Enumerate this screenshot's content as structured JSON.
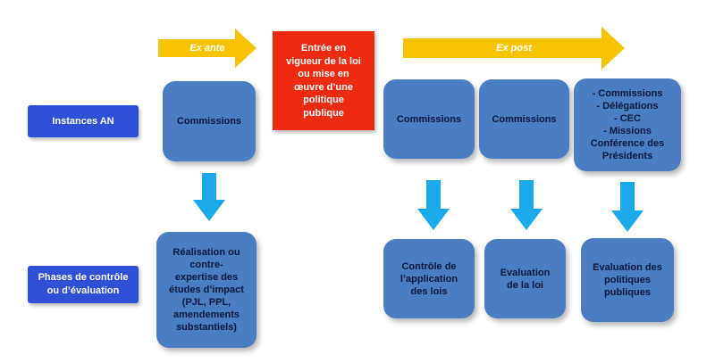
{
  "arrows": {
    "ex_ante": "Ex ante",
    "ex_post": "Ex post"
  },
  "left_labels": {
    "instances": "Instances AN",
    "phases": "Phases de contrôle\nou d’évaluation"
  },
  "center_box": "Entrée en\nvigueur de la loi\nou mise en\nœuvre d’une\npolitique\npublique",
  "top_boxes": [
    "Commissions",
    "Commissions",
    "Commissions",
    "- Commissions\n- Délégations\n- CEC\n- Missions\nConférence des\nPrésidents"
  ],
  "bottom_boxes": [
    "Réalisation ou\ncontre-\nexpertise des\nétudes d’impact\n(PJL, PPL,\namendements\nsubstantiels)",
    "Contrôle de\nl’application\ndes lois",
    "Evaluation\nde la loi",
    "Evaluation  des\npolitiques\npubliques"
  ],
  "colors": {
    "yellow_arrow": "#f8c300",
    "red_box": "#ee2b10",
    "blue_box": "#4a7dc1",
    "left_label": "#2f4fd6",
    "down_arrow": "#1ba9ea"
  }
}
